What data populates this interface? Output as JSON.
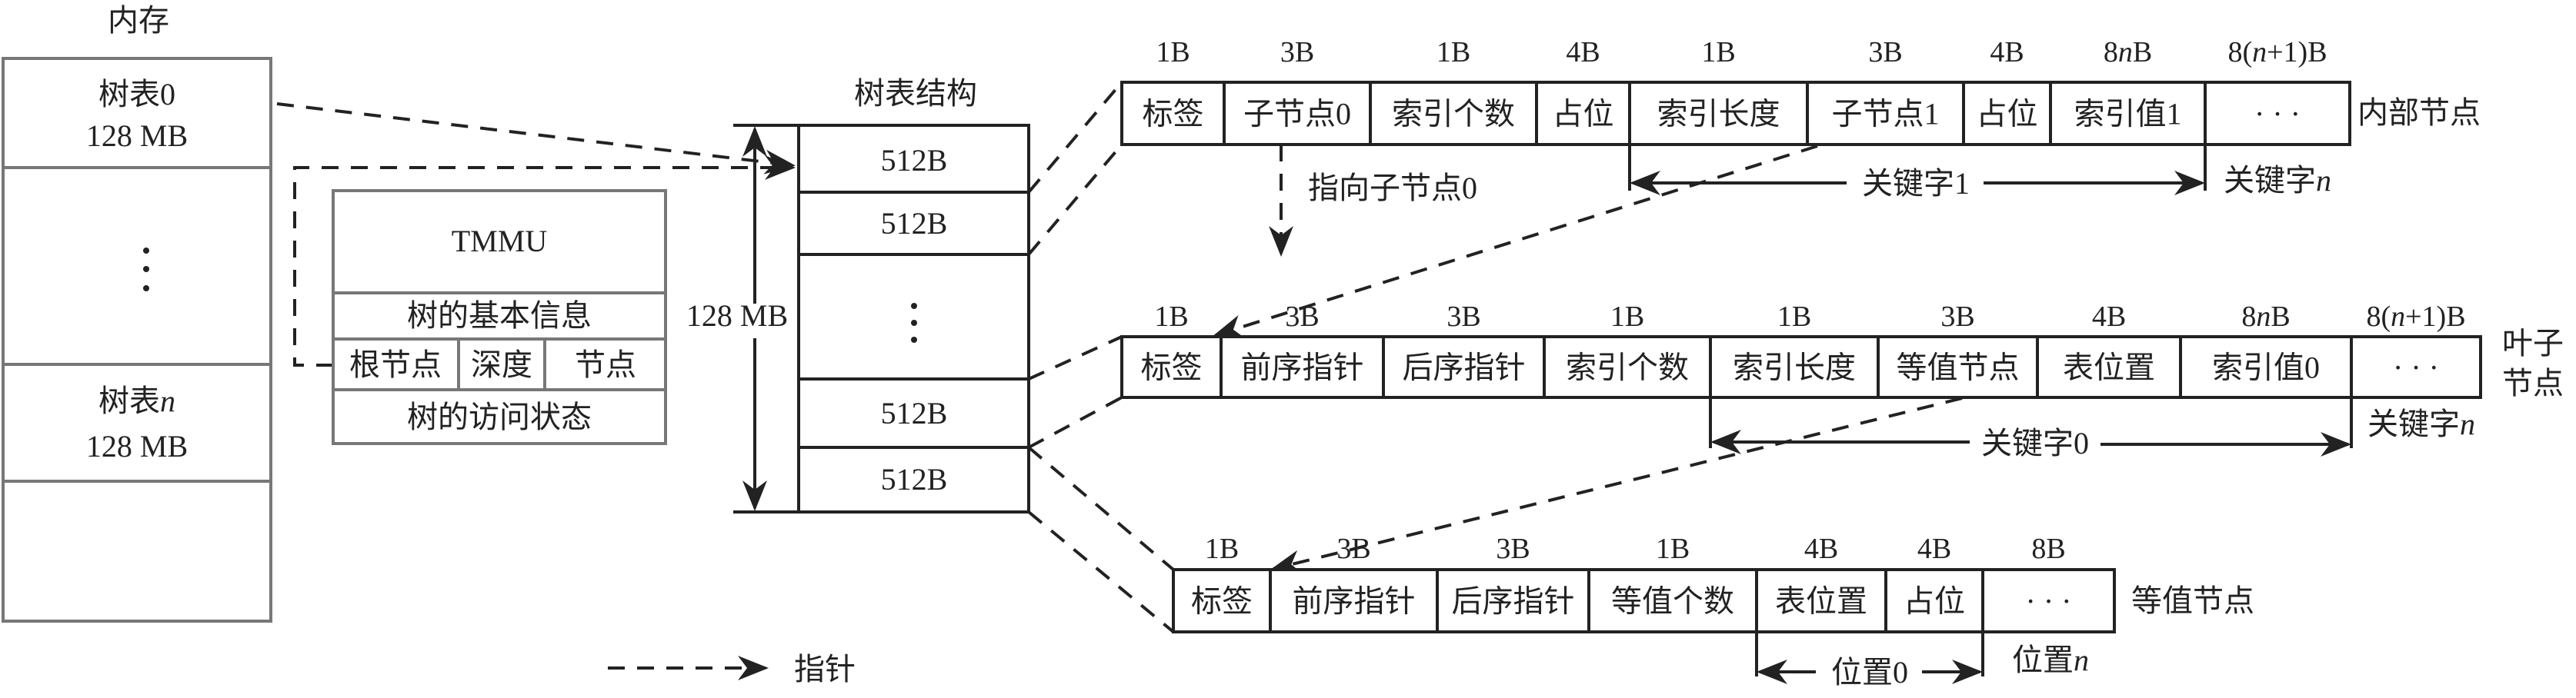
{
  "memory": {
    "title": "内存",
    "rows": [
      {
        "name": "树表0",
        "size": "128 MB"
      },
      {
        "ellipsis": "⋮"
      },
      {
        "name": "树表",
        "name_italic": "n",
        "size": "128 MB"
      },
      {
        "empty": ""
      }
    ]
  },
  "tmmu": {
    "title": "TMMU",
    "basic_info": "树的基本信息",
    "root_node": "根节点",
    "depth": "深度",
    "node": "节点",
    "access_state": "树的访问状态"
  },
  "tree_table": {
    "title": "树表结构",
    "size_label": "128 MB",
    "rows": [
      "512B",
      "512B",
      "⋮",
      "512B",
      "512B"
    ]
  },
  "internal_node": {
    "label": "内部节点",
    "sizes": [
      "1B",
      "3B",
      "1B",
      "4B",
      "1B",
      "3B",
      "4B",
      "8nB",
      "8(n+1)B"
    ],
    "cells": [
      "标签",
      "子节点0",
      "索引个数",
      "占位",
      "索引长度",
      "子节点1",
      "占位",
      "索引值1",
      "· · ·"
    ],
    "pointer_note": "指向子节点0",
    "key1": "关键字1",
    "keyn": "关键字n"
  },
  "leaf_node": {
    "label_line1": "叶子",
    "label_line2": "节点",
    "sizes": [
      "1B",
      "3B",
      "3B",
      "1B",
      "1B",
      "3B",
      "4B",
      "8nB",
      "8(n+1)B"
    ],
    "cells": [
      "标签",
      "前序指针",
      "后序指针",
      "索引个数",
      "索引长度",
      "等值节点",
      "表位置",
      "索引值0",
      "· · ·"
    ],
    "key0": "关键字0",
    "keyn": "关键字n"
  },
  "equal_node": {
    "label": "等值节点",
    "sizes": [
      "1B",
      "3B",
      "3B",
      "1B",
      "4B",
      "4B",
      "8B"
    ],
    "cells": [
      "标签",
      "前序指针",
      "后序指针",
      "等值个数",
      "表位置",
      "占位",
      "· · ·"
    ],
    "pos0": "位置0",
    "posn": "位置n"
  },
  "legend": {
    "pointer_label": "指针"
  }
}
